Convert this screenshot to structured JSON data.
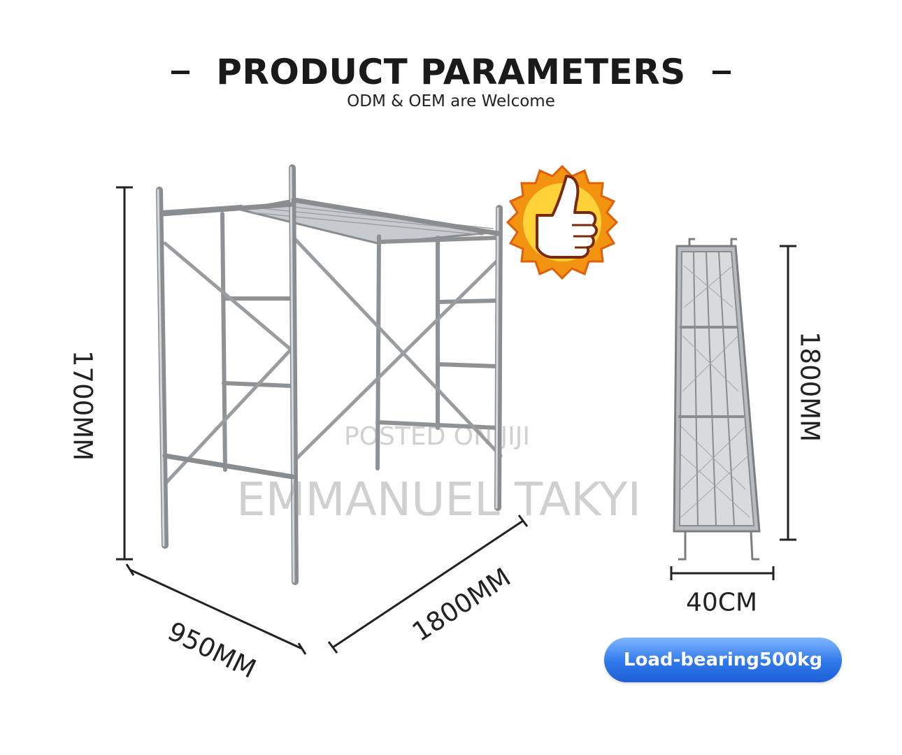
{
  "header": {
    "title": "PRODUCT PARAMETERS",
    "subtitle": "ODM & OEM  are  Welcome"
  },
  "dimensions": {
    "frame_height": "1700MM",
    "frame_depth": "950MM",
    "frame_width": "1800MM",
    "plank_length": "1800MM",
    "plank_width": "40CM"
  },
  "badge": {
    "label": "Load-bearing500kg"
  },
  "watermark": {
    "line1": "POSTED ON JIJI",
    "line2": "EMMANUEL TAKYI"
  },
  "icons": {
    "thumbs_up": "thumbs-up-icon"
  },
  "colors": {
    "steel": "#8a8d90",
    "badge_blue": "#2f78ea",
    "thumb_orange": "#f28a12"
  }
}
